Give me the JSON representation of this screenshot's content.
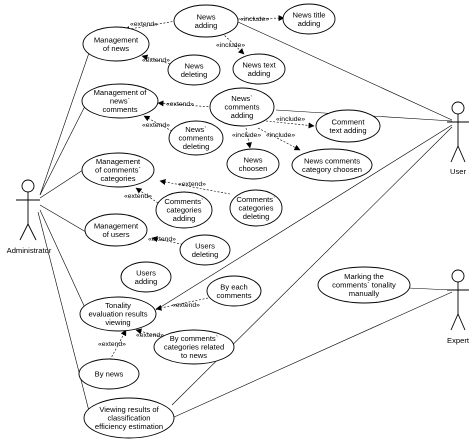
{
  "actors": [
    {
      "id": "administrator",
      "label": "Administrator"
    },
    {
      "id": "user",
      "label": "User"
    },
    {
      "id": "expert",
      "label": "Expert"
    }
  ],
  "use_cases": [
    {
      "id": "management-of-news",
      "lines": [
        "Management",
        "of news"
      ]
    },
    {
      "id": "news-adding",
      "lines": [
        "News",
        "adding"
      ]
    },
    {
      "id": "news-title-adding",
      "lines": [
        "News title",
        "adding"
      ]
    },
    {
      "id": "news-deleting",
      "lines": [
        "News",
        "deleting"
      ]
    },
    {
      "id": "news-text-adding",
      "lines": [
        "News text",
        "adding"
      ]
    },
    {
      "id": "management-of-news-comments",
      "lines": [
        "Management of",
        "news`",
        "comments"
      ]
    },
    {
      "id": "news-comments-adding",
      "lines": [
        "News`",
        "comments",
        "adding"
      ]
    },
    {
      "id": "comment-text-adding",
      "lines": [
        "Comment",
        "text adding"
      ]
    },
    {
      "id": "news-comments-deleting",
      "lines": [
        "News`",
        "comments",
        "deleting"
      ]
    },
    {
      "id": "news-choosen",
      "lines": [
        "News",
        "choosen"
      ]
    },
    {
      "id": "news-comments-category-choosen",
      "lines": [
        "News comments",
        "category choosen"
      ]
    },
    {
      "id": "management-of-comments-categories",
      "lines": [
        "Management",
        "of comments`",
        "categories"
      ]
    },
    {
      "id": "comments-categories-adding",
      "lines": [
        "Comments`",
        "categories",
        "adding"
      ]
    },
    {
      "id": "comments-categories-deleting",
      "lines": [
        "Comments`",
        "categories",
        "deleting"
      ]
    },
    {
      "id": "management-of-users",
      "lines": [
        "Management",
        "of users"
      ]
    },
    {
      "id": "users-deleting",
      "lines": [
        "Users",
        "deleting"
      ]
    },
    {
      "id": "users-adding",
      "lines": [
        "Users",
        "adding"
      ]
    },
    {
      "id": "tonality-evaluation-results-viewing",
      "lines": [
        "Tonality",
        "evaluation results",
        "viewing"
      ]
    },
    {
      "id": "by-each-comments",
      "lines": [
        "By each",
        "comments"
      ]
    },
    {
      "id": "by-comments-categories",
      "lines": [
        "By comments`",
        "categories related",
        "to news"
      ]
    },
    {
      "id": "by-news",
      "lines": [
        "By news"
      ]
    },
    {
      "id": "marking-comments-tonality",
      "lines": [
        "Marking the",
        "comments` tonality",
        "manually"
      ]
    },
    {
      "id": "viewing-classification-results",
      "lines": [
        "Viewing results of",
        "classification",
        "efficiency estimation"
      ]
    }
  ],
  "relations": {
    "extend": "«extend»",
    "include": "«include»"
  }
}
